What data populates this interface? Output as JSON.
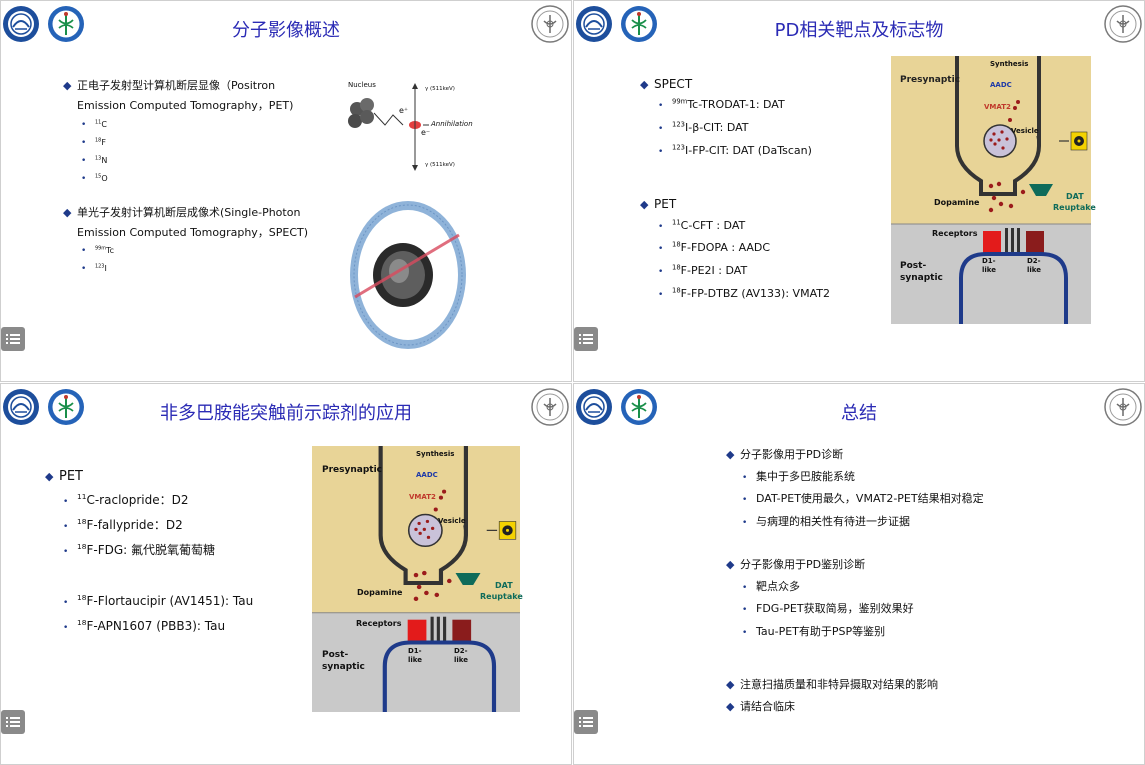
{
  "slide1": {
    "title": "分子影像概述",
    "pet_line1": "正电子发射型计算机断层显像（Positron",
    "pet_line2": "Emission Computed Tomography，PET)",
    "pet_isotopes": [
      {
        "mass": "11",
        "sym": "C"
      },
      {
        "mass": "18",
        "sym": "F"
      },
      {
        "mass": "13",
        "sym": "N"
      },
      {
        "mass": "15",
        "sym": "O"
      }
    ],
    "spect_line1": "单光子发射计算机断层成像术(Single-Photon",
    "spect_line2": "Emission Computed Tomography，SPECT)",
    "spect_isotopes": [
      {
        "mass": "99m",
        "sym": "Tc"
      },
      {
        "mass": "123",
        "sym": "I"
      }
    ],
    "diagram": {
      "nucleus": "Nucleus",
      "e_plus": "e⁺",
      "e_minus": "e⁻",
      "annihilation": "Annihilation",
      "gamma_top": "γ (511keV)",
      "gamma_bottom": "γ (511keV)"
    }
  },
  "slide2": {
    "title": "PD相关靶点及标志物",
    "spect_head": "SPECT",
    "spect_items": [
      {
        "sup": "99m",
        "text": "Tc-TRODAT-1: DAT"
      },
      {
        "sup": "123",
        "text": "I-β-CIT: DAT"
      },
      {
        "sup": "123",
        "text": "I-FP-CIT: DAT (DaTscan)"
      }
    ],
    "pet_head": "PET",
    "pet_items": [
      {
        "sup": "11",
        "text": "C-CFT : DAT"
      },
      {
        "sup": "18",
        "text": "F-FDOPA : AADC"
      },
      {
        "sup": "18",
        "text": "F-PE2I : DAT"
      },
      {
        "sup": "18",
        "text": "F-FP-DTBZ (AV133): VMAT2"
      }
    ]
  },
  "slide3": {
    "title": "非多巴胺能突触前示踪剂的应用",
    "pet_head": "PET",
    "items": [
      {
        "sup": "11",
        "text": "C-raclopride：D2"
      },
      {
        "sup": "18",
        "text": "F-fallypride：D2"
      },
      {
        "sup": "18",
        "text": "F-FDG: 氟代脱氧葡萄糖"
      },
      {
        "sup": "18",
        "text": "F-Flortaucipir (AV1451): Tau"
      },
      {
        "sup": "18",
        "text": "F-APN1607 (PBB3): Tau"
      }
    ]
  },
  "slide4": {
    "title": "总结",
    "groups": [
      {
        "head": "分子影像用于PD诊断",
        "items": [
          "集中于多巴胺能系统",
          "DAT-PET使用最久，VMAT2-PET结果相对稳定",
          "与病理的相关性有待进一步证据"
        ]
      },
      {
        "head": "分子影像用于PD鉴别诊断",
        "items": [
          "靶点众多",
          "FDG-PET获取简易，鉴别效果好",
          "Tau-PET有助于PSP等鉴别"
        ]
      }
    ],
    "closing": [
      "注意扫描质量和非特异摄取对结果的影响",
      "请结合临床"
    ]
  },
  "synapse": {
    "presynaptic": "Presynaptic",
    "synthesis": "Synthesis",
    "aadc": "AADC",
    "vmat2": "VMAT2",
    "vesicle": "Vesicle",
    "dopamine": "Dopamine",
    "dat": "DAT",
    "reuptake": "Reuptake",
    "receptors": "Receptors",
    "post": "Post-",
    "synaptic": "synaptic",
    "d1": "D1-",
    "d2": "D2-",
    "like": "like"
  },
  "colors": {
    "title": "#2b2bb5",
    "bullet": "#1f3a8a",
    "synapse_top": "#e8d497",
    "synapse_bottom": "#c9c9c9"
  }
}
